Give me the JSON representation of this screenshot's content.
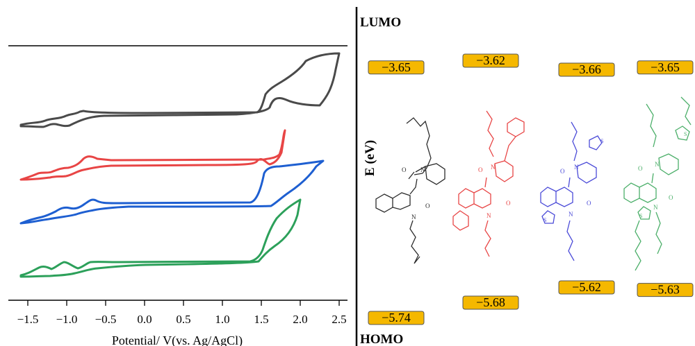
{
  "chart_data": [
    {
      "type": "line",
      "xlabel": "Potential/ V(vs. Ag/AgCl)",
      "ylabel": "",
      "xlim": [
        -1.65,
        2.55
      ],
      "x_ticks": [
        "−1.5",
        "−1.0",
        "−0.5",
        "0.0",
        "0.5",
        "1.0",
        "1.5",
        "2.0",
        "2.5"
      ],
      "x_tick_values": [
        -1.5,
        -1.0,
        -0.5,
        0.0,
        0.5,
        1.0,
        1.5,
        2.0,
        2.5
      ],
      "grid": false,
      "legend": "none",
      "series": [
        {
          "color": "#4a4a4a",
          "x": [
            -1.6,
            -1.45,
            -1.3,
            -1.1,
            -0.85,
            -0.75,
            -0.6,
            0.0,
            0.5,
            1.0,
            1.45,
            1.55,
            1.7,
            1.9,
            2.1,
            2.3,
            2.5
          ],
          "y": [
            0.01,
            0.015,
            0.02,
            0.03,
            0.06,
            0.05,
            0.04,
            0.06,
            0.07,
            0.09,
            0.12,
            0.32,
            0.36,
            0.42,
            0.5,
            0.7,
            0.98
          ]
        },
        {
          "color": "#e84545",
          "x": [
            -1.6,
            -1.4,
            -1.2,
            -1.05,
            -0.9,
            -0.7,
            -0.5,
            0.0,
            0.5,
            1.0,
            1.4,
            1.5,
            1.6,
            1.7,
            1.8
          ],
          "y": [
            0.01,
            0.02,
            0.05,
            0.06,
            0.08,
            0.1,
            0.11,
            0.12,
            0.13,
            0.14,
            0.2,
            0.5,
            0.62,
            0.58,
            0.95
          ]
        },
        {
          "color": "#1e5fd1",
          "x": [
            -1.6,
            -1.3,
            -1.1,
            -0.9,
            -0.7,
            -0.55,
            -0.2,
            0.5,
            1.0,
            1.4,
            1.5,
            1.7,
            2.0,
            2.3
          ],
          "y": [
            0.01,
            0.05,
            0.08,
            0.1,
            0.2,
            0.15,
            0.15,
            0.16,
            0.17,
            0.2,
            0.6,
            0.66,
            0.68,
            0.95
          ]
        },
        {
          "color": "#2ca05a",
          "x": [
            -1.6,
            -1.4,
            -1.2,
            -1.05,
            -0.9,
            -0.7,
            -0.5,
            0.0,
            0.5,
            1.0,
            1.4,
            1.5,
            1.7,
            2.0
          ],
          "y": [
            0.01,
            0.05,
            0.09,
            0.15,
            0.12,
            0.18,
            0.13,
            0.14,
            0.15,
            0.16,
            0.2,
            0.55,
            0.7,
            0.98
          ]
        }
      ]
    },
    {
      "type": "bar",
      "ylabel": "E (eV)",
      "top_label": "LUMO",
      "bottom_label": "HOMO",
      "columns": [
        {
          "color": "#2b2b2b",
          "lumo": "−3.65",
          "homo": "−5.74",
          "lumo_value": -3.65,
          "homo_value": -5.74
        },
        {
          "color": "#e84545",
          "lumo": "−3.62",
          "homo": "−5.68",
          "lumo_value": -3.62,
          "homo_value": -5.68
        },
        {
          "color": "#4b4bd8",
          "lumo": "−3.66",
          "homo": "−5.62",
          "lumo_value": -3.66,
          "homo_value": -5.62
        },
        {
          "color": "#4caf6a",
          "lumo": "−3.65",
          "homo": "−5.63",
          "lumo_value": -3.65,
          "homo_value": -5.63
        }
      ],
      "chip_color": "#f5b800"
    }
  ]
}
